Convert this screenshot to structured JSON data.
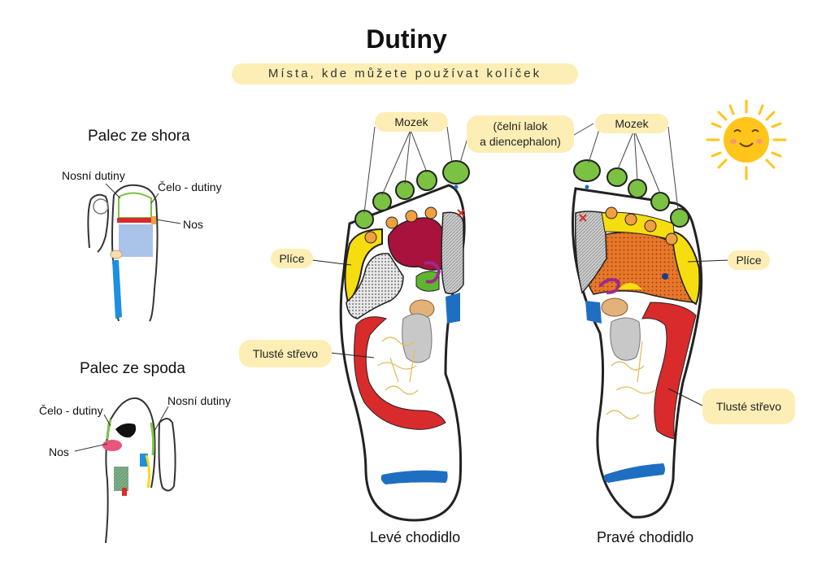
{
  "title": "Dutiny",
  "subtitle": "Místa, kde můžete používat kolíček",
  "top_view": {
    "heading": "Palec ze shora",
    "labels": {
      "nasal": "Nosní dutiny",
      "frontal": "Čelo - dutiny",
      "nose": "Nos"
    }
  },
  "bottom_view": {
    "heading": "Palec ze spoda",
    "labels": {
      "nasal": "Nosní dutiny",
      "frontal": "Čelo - dutiny",
      "nose": "Nos"
    }
  },
  "left_foot": {
    "caption": "Levé chodidlo",
    "brain": "Mozek",
    "lungs": "Plíce",
    "colon": "Tlusté střevo"
  },
  "right_foot": {
    "caption": "Pravé chodidlo",
    "brain": "Mozek",
    "lungs": "Plíce",
    "colon": "Tlusté střevo"
  },
  "frontal_lobe_note": {
    "line1": "(čelní lalok",
    "line2": "a diencephalon)"
  },
  "colors": {
    "pill_bg": "#fdeeb5",
    "toe_green": "#7cc242",
    "sinus_orange": "#f0a040",
    "lung_yellow": "#f5dd10",
    "colon_red": "#d92b2b",
    "blue": "#1e6fc2",
    "sun": "#ffc51a"
  },
  "icons": [
    "sun-icon"
  ]
}
